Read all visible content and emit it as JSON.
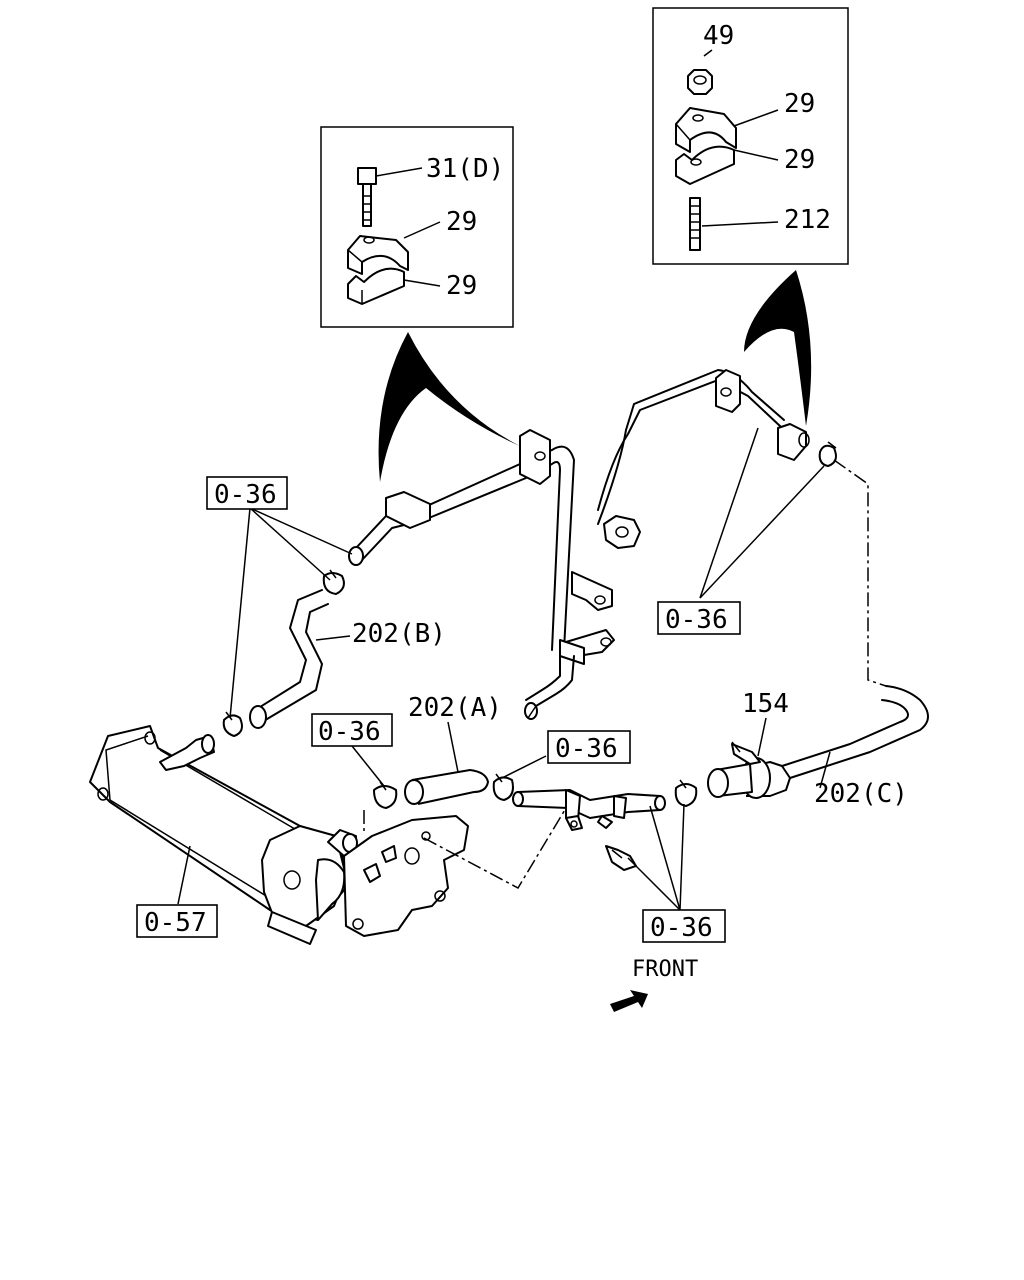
{
  "callouts": {
    "bolt_d": "31(D)",
    "clamp_left_upper": "29",
    "clamp_left_lower": "29",
    "nut": "49",
    "clamp_right_upper": "29",
    "clamp_right_lower": "29",
    "stud": "212",
    "hose_b": "202(B)",
    "hose_a": "202(A)",
    "hose_c": "202(C)",
    "clip": "154"
  },
  "refs": {
    "r036_top_left": "0-36",
    "r036_mid_left": "0-36",
    "r036_mid_center": "0-36",
    "r036_right": "0-36",
    "r036_bottom": "0-36",
    "r057": "0-57"
  },
  "front_label": "FRONT"
}
